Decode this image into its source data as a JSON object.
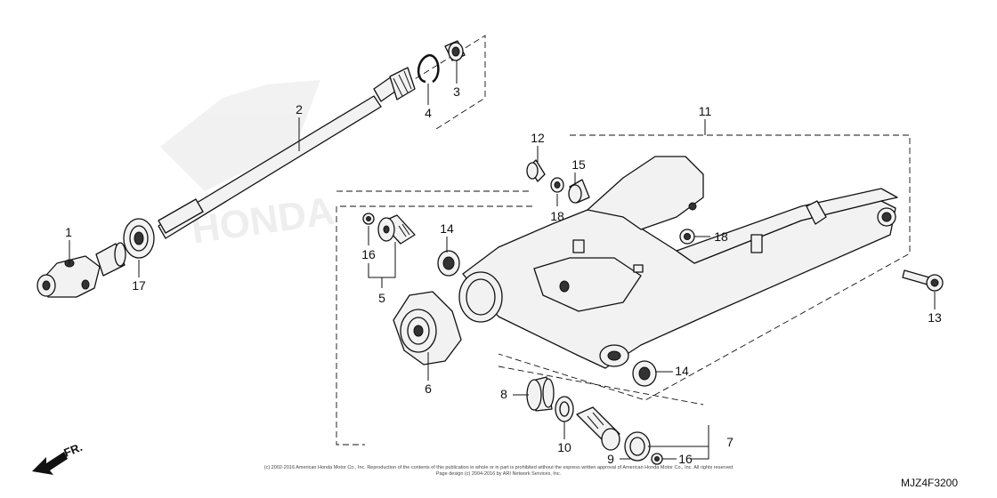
{
  "diagram": {
    "part_code": "MJZ4F3200",
    "front_label": "FR.",
    "copyright": [
      "(c) 2002-2016 American Honda Motor Co., Inc. Reproduction of the contents of this publication in whole or in part is prohibited without the express written approval of American Honda Motor Co., Inc. All rights reserved",
      "Page design (c) 2004-2016 by ARI Network Services, Inc."
    ],
    "callouts": {
      "c1": "1",
      "c2": "2",
      "c3": "3",
      "c4": "4",
      "c5": "5",
      "c6": "6",
      "c7": "7",
      "c8": "8",
      "c9": "9",
      "c10": "10",
      "c11": "11",
      "c12": "12",
      "c13": "13",
      "c14a": "14",
      "c14b": "14",
      "c15": "15",
      "c16a": "16",
      "c16b": "16",
      "c17": "17",
      "c18a": "18",
      "c18b": "18"
    }
  }
}
